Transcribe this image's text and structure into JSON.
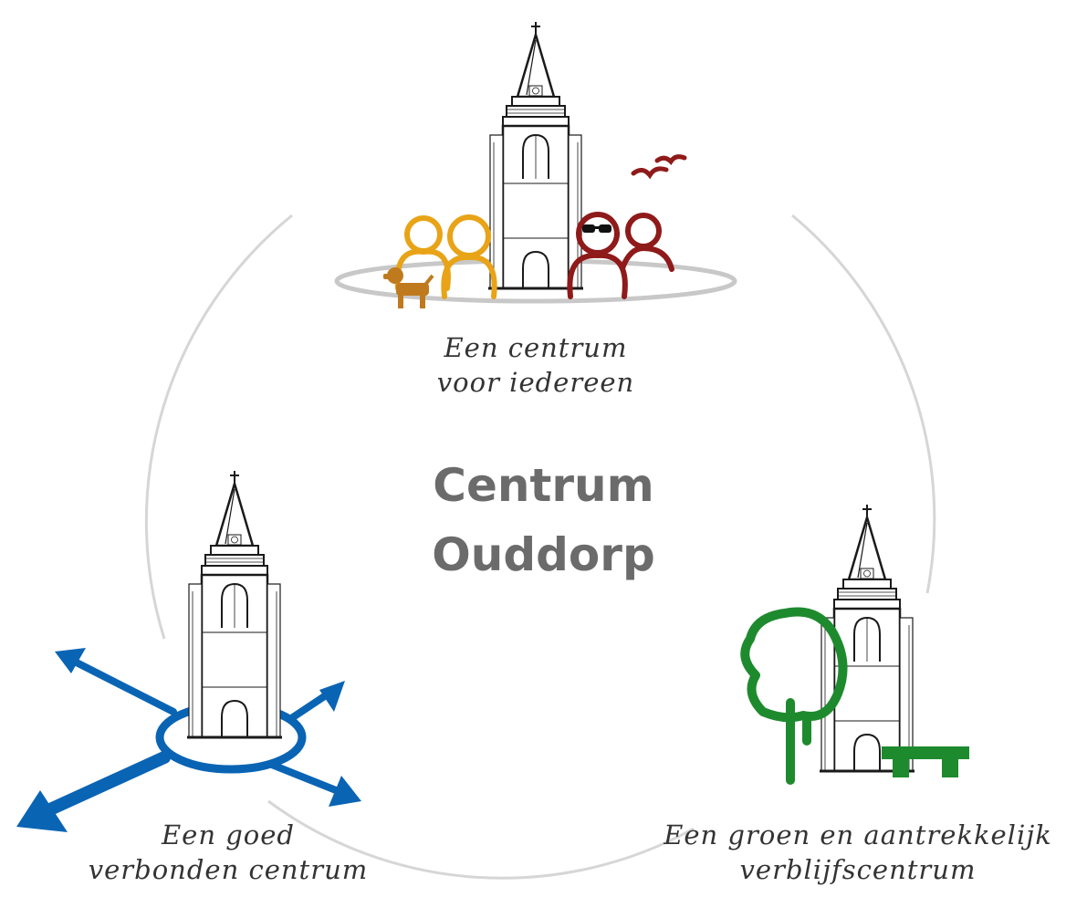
{
  "title": {
    "line1": "Centrum",
    "line2": "Ouddorp"
  },
  "themes": {
    "top": {
      "line1": "Een centrum",
      "line2": "voor iedereen"
    },
    "left": {
      "line1": "Een goed",
      "line2": "verbonden centrum"
    },
    "right": {
      "line1": "Een groen en aantrekkelijk",
      "line2": "verblijfscentrum"
    }
  },
  "colors": {
    "ring": "#d6d6d6",
    "title": "#6b6b6b",
    "tower": "#1a1a1a",
    "orange_people": "#e8a317",
    "red_people": "#8f1a1a",
    "dog": "#c07a1e",
    "birds": "#8f1a1a",
    "arrows": "#0a64b4",
    "tree": "#1e8a2e"
  },
  "icons": [
    "church-tower-icon",
    "people-icon",
    "dog-icon",
    "birds-icon",
    "roundabout-arrows-icon",
    "tree-icon",
    "bench-icon"
  ]
}
